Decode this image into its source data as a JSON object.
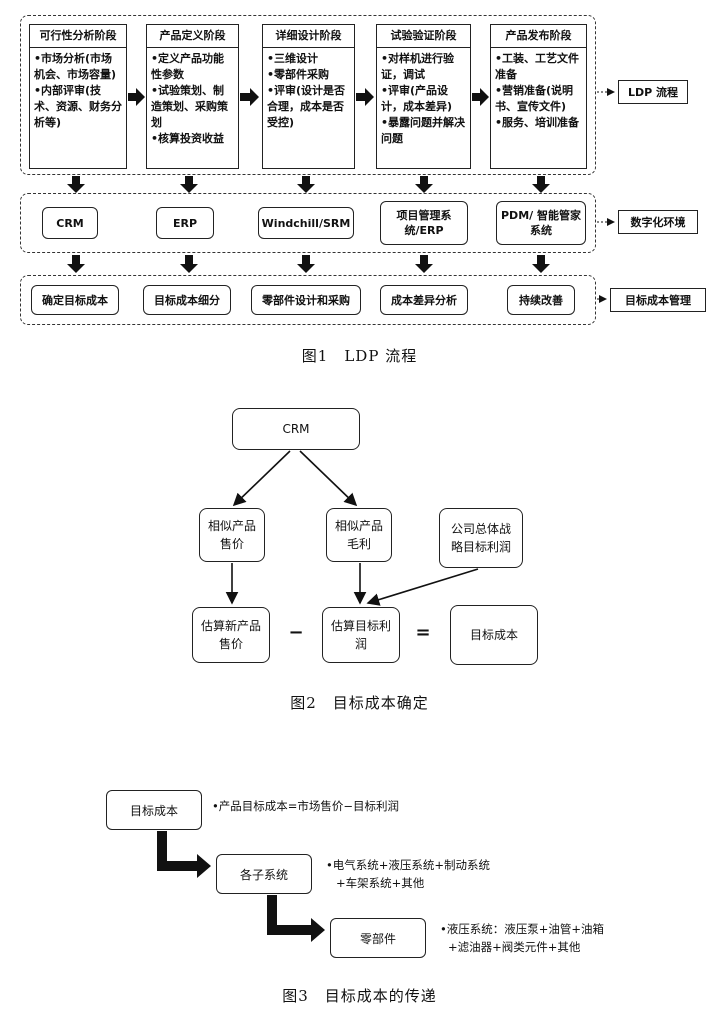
{
  "figure1": {
    "caption": "图1　LDP 流程",
    "stages": [
      {
        "title": "可行性分析阶段",
        "items": [
          "•市场分析(市场机会、市场容量)",
          "•内部评审(技术、资源、财务分析等)"
        ]
      },
      {
        "title": "产品定义阶段",
        "items": [
          "•定义产品功能性参数",
          "•试验策划、制造策划、采购策划",
          "•核算投资收益"
        ]
      },
      {
        "title": "详细设计阶段",
        "items": [
          "•三维设计",
          "•零部件采购",
          "•评审(设计是否合理，成本是否受控)"
        ]
      },
      {
        "title": "试验验证阶段",
        "items": [
          "•对样机进行验证，调试",
          "•评审(产品设计，成本差异)",
          "•暴露问题并解决问题"
        ]
      },
      {
        "title": "产品发布阶段",
        "items": [
          "•工装、工艺文件准备",
          "•营销准备(说明书、宣传文件)",
          "•服务、培训准备"
        ]
      }
    ],
    "systems": [
      "CRM",
      "ERP",
      "Windchill/SRM",
      "项目管理系统/ERP",
      "PDM/ 智能管家系统"
    ],
    "cost_steps": [
      "确定目标成本",
      "目标成本细分",
      "零部件设计和采购",
      "成本差异分析",
      "持续改善"
    ],
    "side_labels": [
      "LDP 流程",
      "数字化环境",
      "目标成本管理"
    ]
  },
  "figure2": {
    "caption": "图2　目标成本确定",
    "top": "CRM",
    "similar_price": "相似产品售价",
    "similar_margin": "相似产品毛利",
    "strategy": "公司总体战略目标利润",
    "est_price": "估算新产品售价",
    "minus": "−",
    "est_profit": "估算目标利润",
    "equals": "=",
    "result": "目标成本"
  },
  "figure3": {
    "caption": "图3　目标成本的传递",
    "levels": [
      {
        "label": "目标成本",
        "desc_lines": [
          "•产品目标成本=市场售价−目标利润"
        ]
      },
      {
        "label": "各子系统",
        "desc_lines": [
          "•电气系统+液压系统+制动系统",
          "+车架系统+其他"
        ]
      },
      {
        "label": "零部件",
        "desc_lines": [
          "•液压系统：液压泵+油管+油箱",
          "+滤油器+阀类元件+其他"
        ]
      }
    ]
  }
}
